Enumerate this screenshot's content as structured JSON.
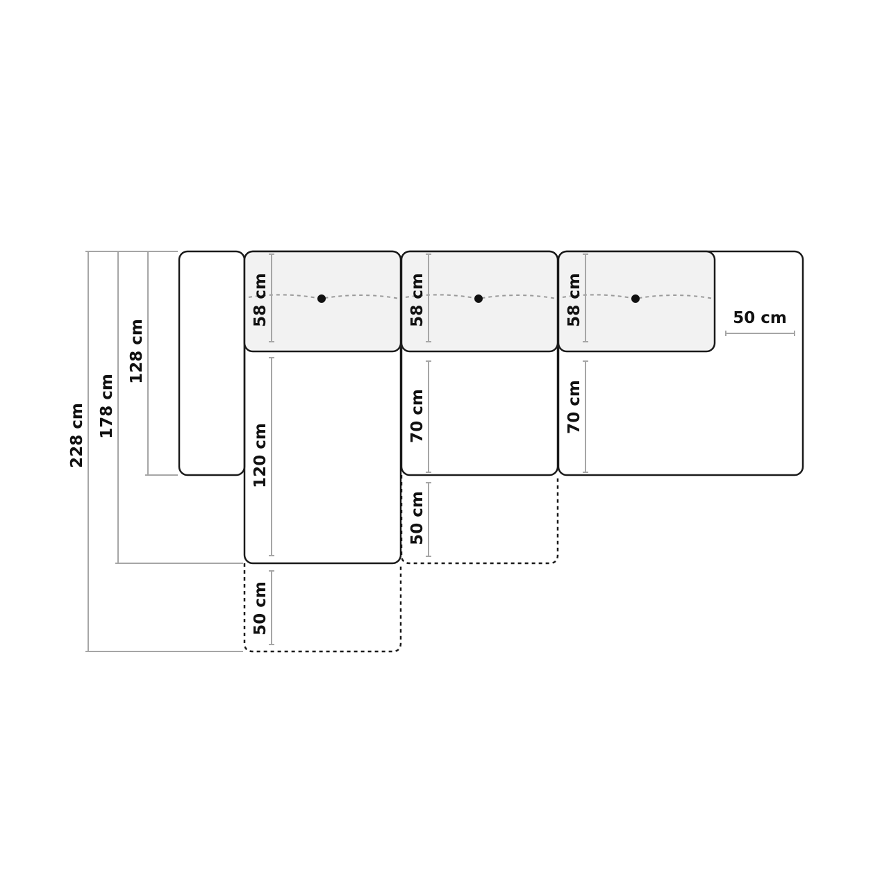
{
  "colors": {
    "outline": "#1a1a1a",
    "backrest_fill": "#f2f2f2",
    "dimension_line": "#a6a6a6",
    "dashed_line": "#9a9a9a",
    "text": "#111111"
  },
  "labels": {
    "overall_228": "228 cm",
    "overall_178": "178 cm",
    "overall_128": "128 cm",
    "backrest_1": "58 cm",
    "backrest_2": "58 cm",
    "backrest_3": "58 cm",
    "arm_width": "50 cm",
    "seat_1": "120 cm",
    "seat_2": "70 cm",
    "seat_3": "70 cm",
    "extension_1": "50 cm",
    "extension_2": "50 cm"
  }
}
